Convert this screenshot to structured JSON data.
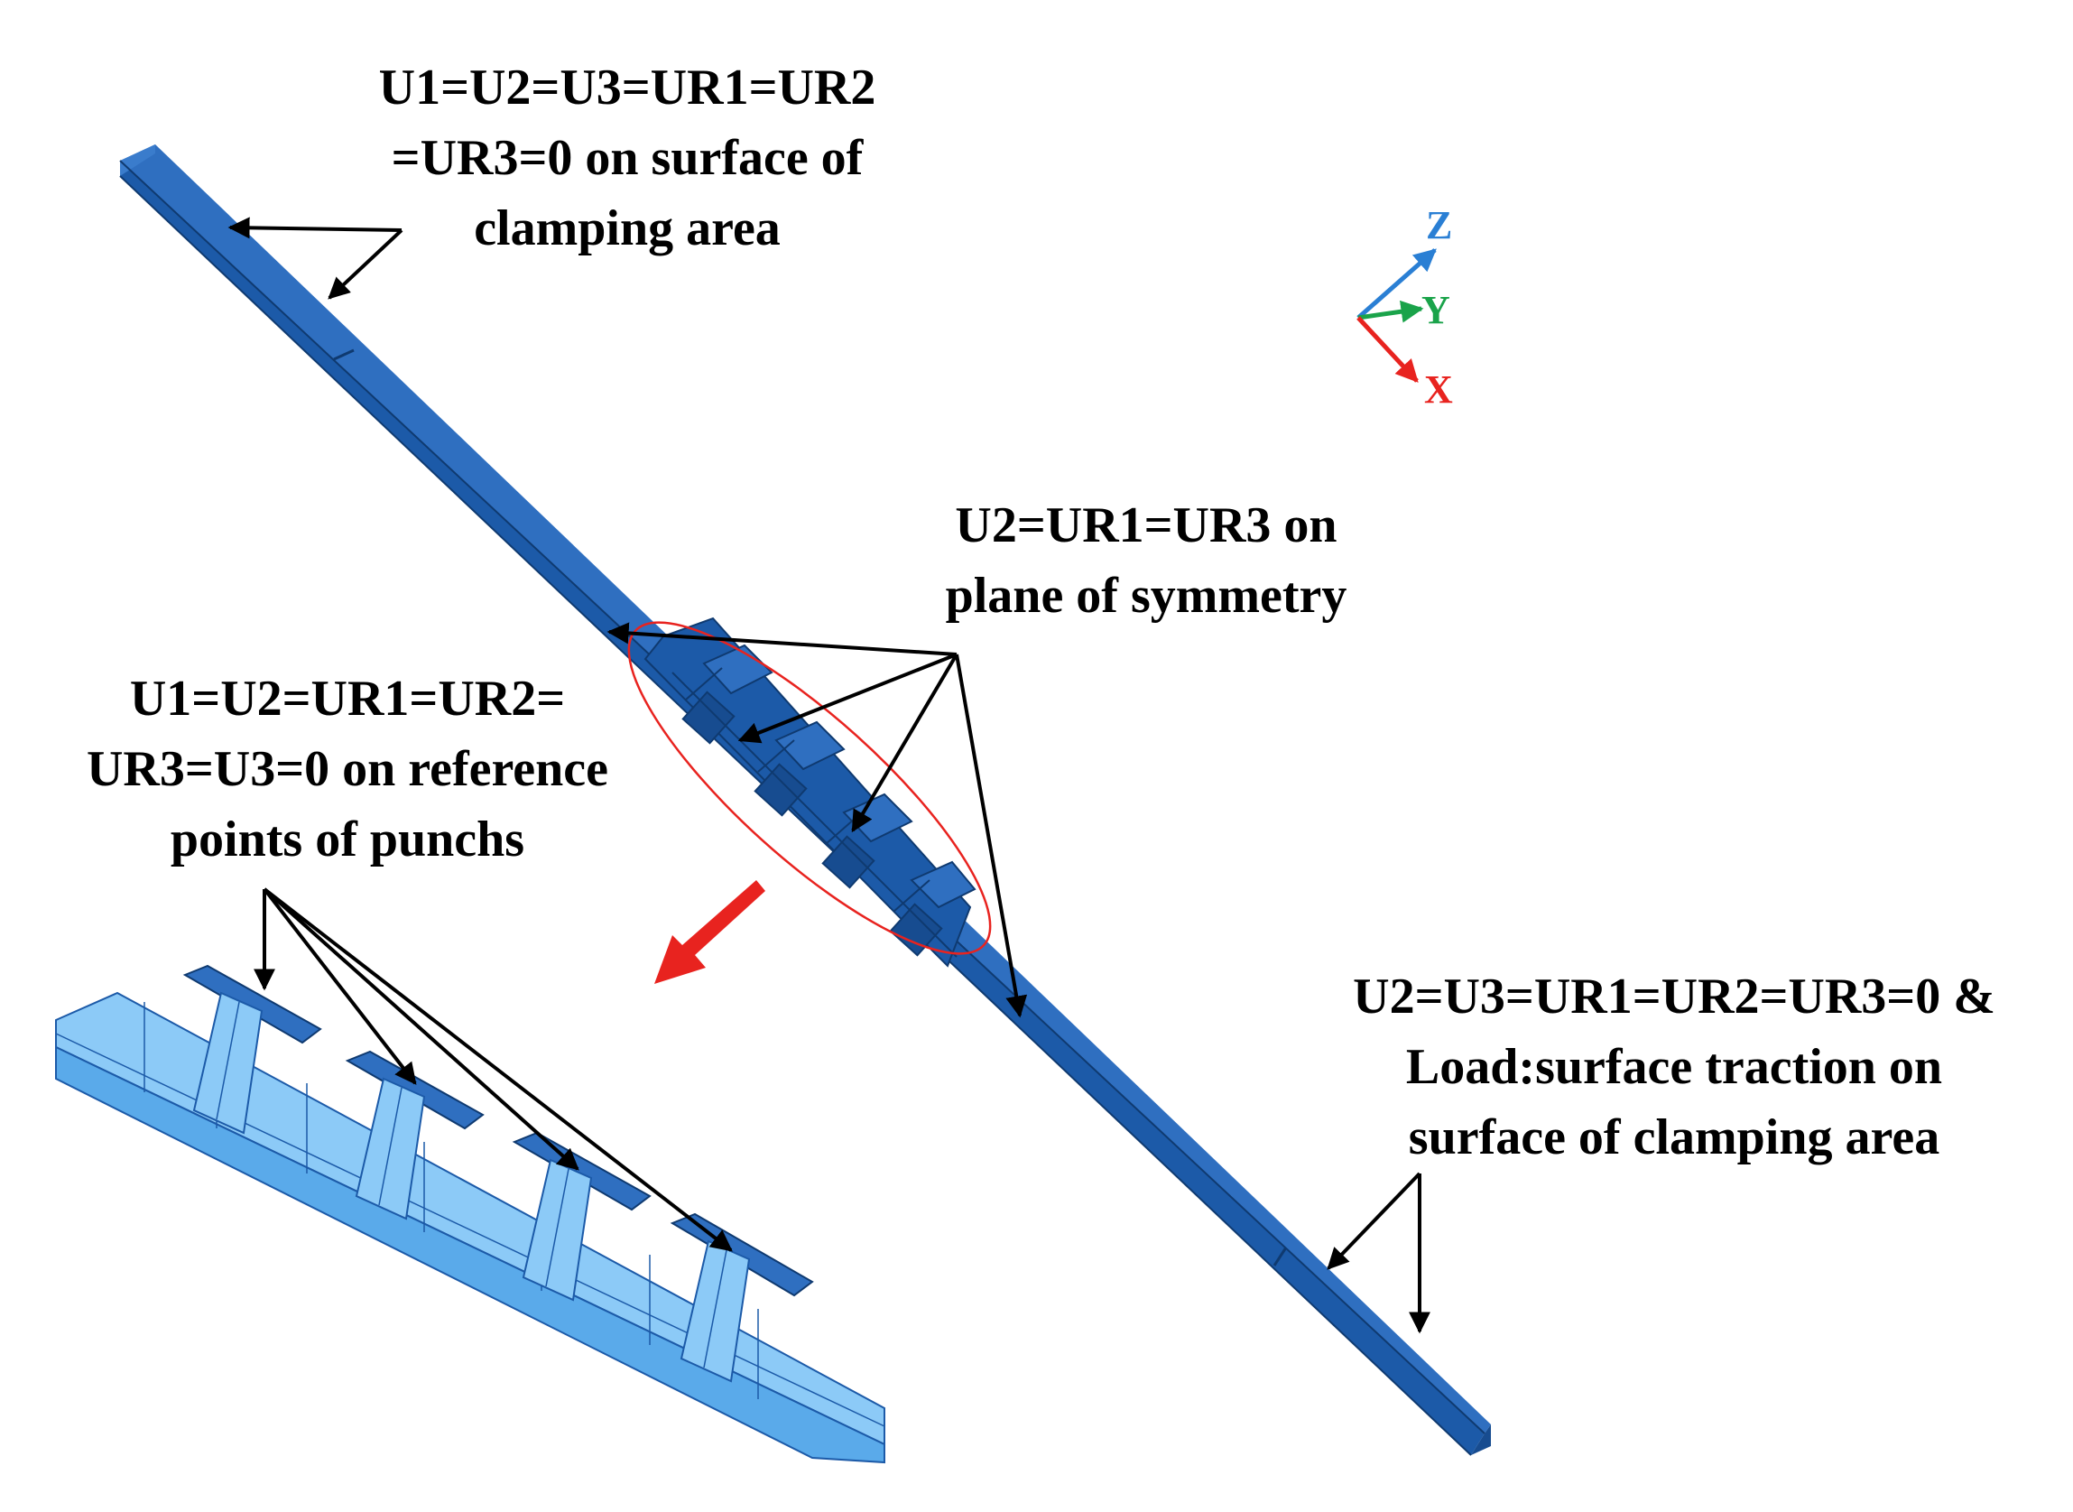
{
  "annotations": {
    "clamp_top": {
      "lines": [
        "U1=U2=U3=UR1=UR2",
        "=UR3=0 on surface of",
        "clamping area"
      ]
    },
    "symmetry": {
      "lines": [
        "U2=UR1=UR3 on",
        "plane of symmetry"
      ]
    },
    "punch_refs": {
      "lines": [
        "U1=U2=UR1=UR2=",
        "UR3=U3=0 on reference",
        "points of punchs"
      ]
    },
    "clamp_load": {
      "lines": [
        "U2=U3=UR1=UR2=UR3=0 &",
        "Load:surface traction on",
        "surface  of clamping area"
      ]
    }
  },
  "triad": {
    "z_label": "Z",
    "y_label": "Y",
    "x_label": "X",
    "z_color": "#2a7fd4",
    "y_color": "#1aa34a",
    "x_color": "#e8231f"
  },
  "colors": {
    "beam_dark": "#1c5aa8",
    "beam_mid": "#2f6fc0",
    "inset_light": "#6bb6f2",
    "highlight_ellipse": "#e8231f",
    "zoom_arrow": "#e8231f",
    "leader_lines": "#000000"
  }
}
